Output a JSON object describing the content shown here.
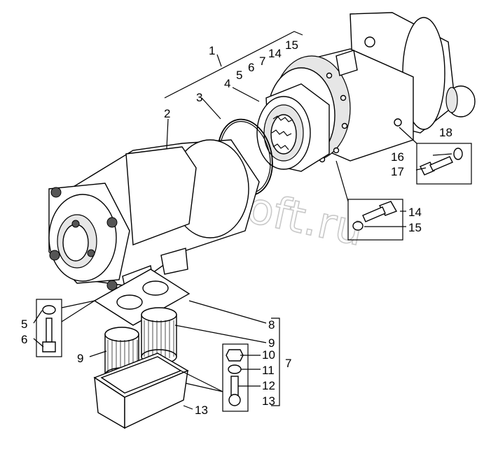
{
  "watermark": "AutoSoft.ru",
  "callouts": {
    "c1": "1",
    "c2": "2",
    "c3": "3",
    "c4": "4",
    "c5a": "5",
    "c6a": "6",
    "c7a": "7",
    "c14a": "14",
    "c15a": "15",
    "c16": "16",
    "c17": "17",
    "c18": "18",
    "c14b": "14",
    "c15b": "15",
    "c5b": "5",
    "c6b": "6",
    "c8": "8",
    "c9a": "9",
    "c9b": "9",
    "c7b": "7",
    "c10": "10",
    "c11": "11",
    "c12": "12",
    "c13a": "13",
    "c13b": "13"
  }
}
